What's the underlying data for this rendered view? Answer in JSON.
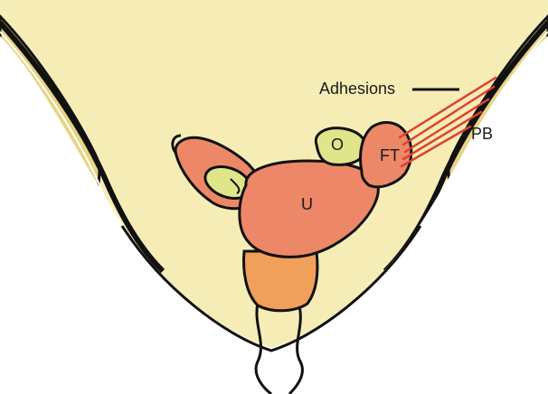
{
  "labels": {
    "adhesions": "Adhesions",
    "uterus": "U",
    "ovary": "O",
    "fallopian_tube": "FT",
    "pelvic_bone": "PB"
  },
  "colors": {
    "background_fill": "#f6edb6",
    "bone": "#e8d483",
    "uterus": "#ec8867",
    "cervix": "#f0a05a",
    "ovary": "#e1e58a",
    "adhesion": "#e0412f",
    "outline": "#111111"
  }
}
